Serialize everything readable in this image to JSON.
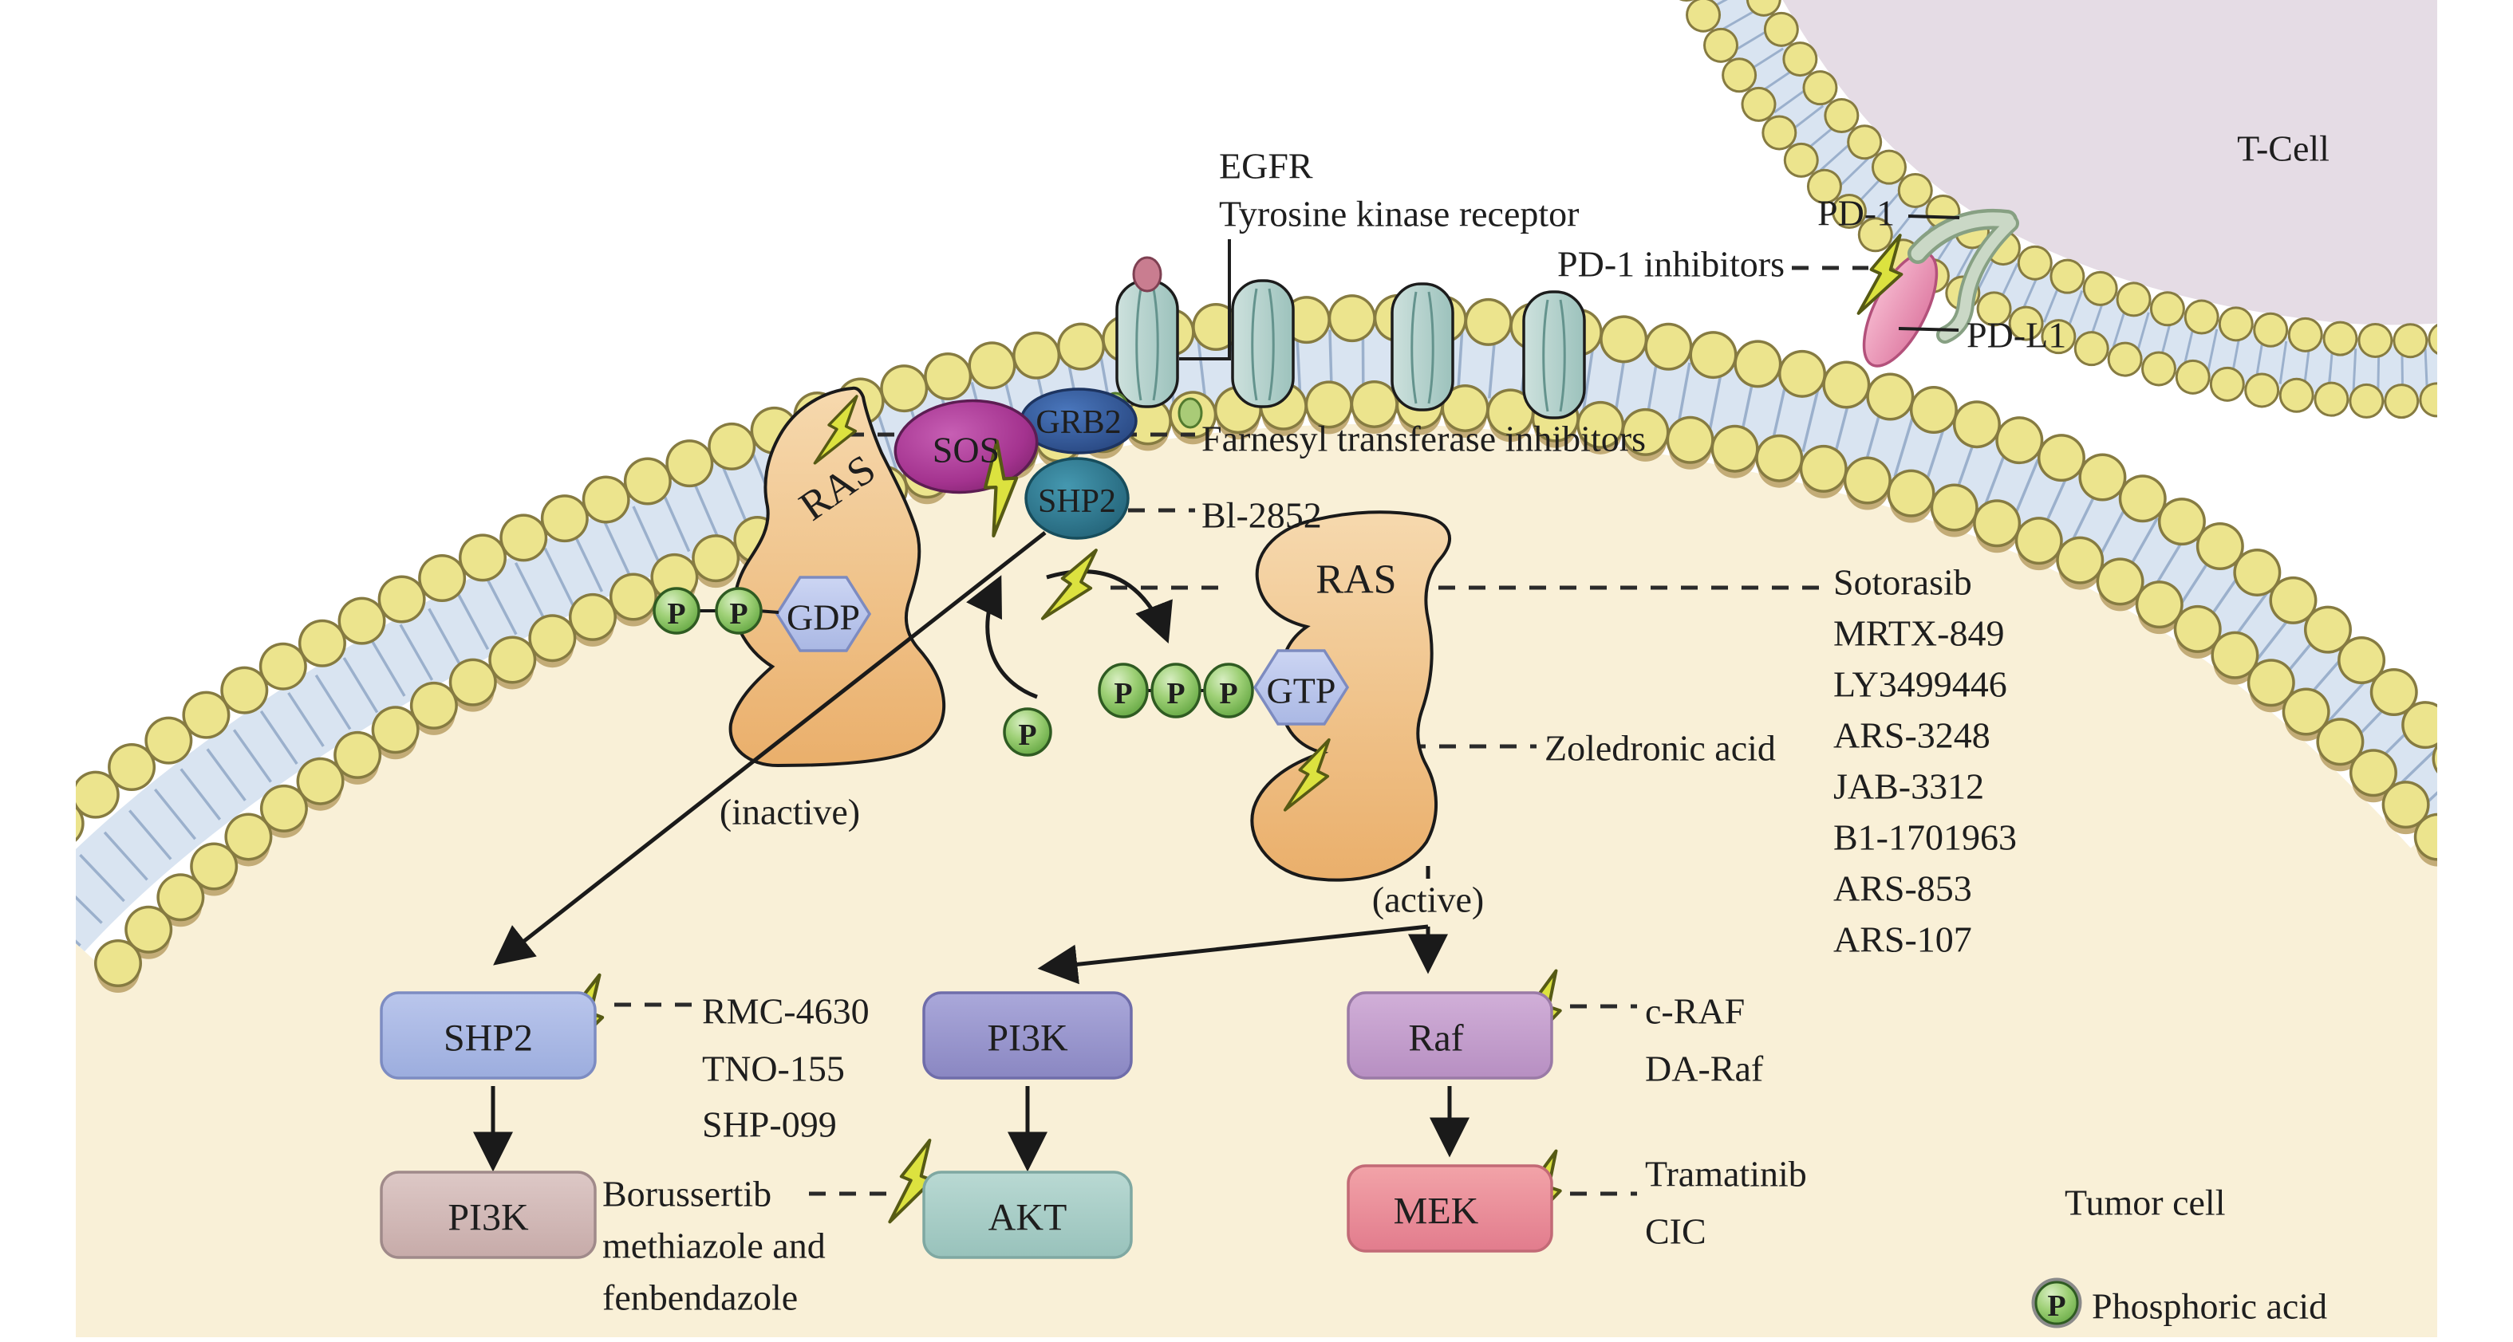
{
  "figure": {
    "type": "signaling-pathway-diagram",
    "description": "EGFR/RAS/MAPK and PD-1/PD-L1 pathway in a tumor cell with inhibitor drug annotations"
  },
  "cells": {
    "t_cell": "T-Cell",
    "tumor_cell": "Tumor cell"
  },
  "receptor": {
    "line1": "EGFR",
    "line2": "Tyrosine kinase receptor"
  },
  "pd1_axis": {
    "pd1": "PD-1",
    "pd1_inhibitors": "PD-1 inhibitors",
    "pdl1": "PD-L1"
  },
  "proteins": {
    "sos": "SOS",
    "grb2": "GRB2",
    "shp2_membrane": "SHP2",
    "ras_inactive": "RAS",
    "ras_active": "RAS",
    "gdp": "GDP",
    "gtp": "GTP",
    "state_inactive": "(inactive)",
    "state_active": "(active)"
  },
  "cascade": {
    "shp2": "SHP2",
    "pi3k_left": "PI3K",
    "pi3k_mid": "PI3K",
    "akt": "AKT",
    "raf": "Raf",
    "mek": "MEK"
  },
  "inhibitors": {
    "farnesyl": "Farnesyl transferase inhibitors",
    "bl2852": "Bl-2852",
    "zoledronic": "Zoledronic acid",
    "kras_list": [
      "Sotorasib",
      "MRTX-849",
      "LY3499446",
      "ARS-3248",
      "JAB-3312",
      "B1-1701963",
      "ARS-853",
      "ARS-107"
    ],
    "shp2_list": [
      "RMC-4630",
      "TNO-155",
      "SHP-099"
    ],
    "akt_list": [
      "Borussertib",
      "methiazole and",
      "fenbendazole"
    ],
    "raf_list": [
      "c-RAF",
      "DA-Raf"
    ],
    "mek_list": [
      "Tramatinib",
      "CIC"
    ]
  },
  "legend": {
    "p_symbol": "P",
    "phosphoric": "Phosphoric acid"
  },
  "colors": {
    "cytoplasm": "#f9f0d7",
    "t_cell_fill": "#e5dce5",
    "membrane_band": "#d9e4f1",
    "membrane_bead": "#ece48d",
    "bead_outline": "#867b41",
    "bolt_yellow": "#dce23f",
    "ras_orange": "#efb979",
    "sos_magenta": "#a4338f",
    "grb2_blue": "#33599f",
    "shp2_teal": "#2d7f99",
    "gdp_gtp_hex": "#bec9ee",
    "phosphate_green": "#82c45c",
    "pdl1_pink": "#ec9dbd",
    "pd1_fork_green": "#cad8c6",
    "receptor_teal": "#b5d2cd",
    "box_shp2": "#a9b8e5",
    "box_pi3k_left": "#d3b9b7",
    "box_pi3k_mid": "#9a97ce",
    "box_akt": "#a9cec8",
    "box_raf": "#c5a0cd",
    "box_mek": "#ea8b96",
    "text": "#1e1e1e"
  }
}
